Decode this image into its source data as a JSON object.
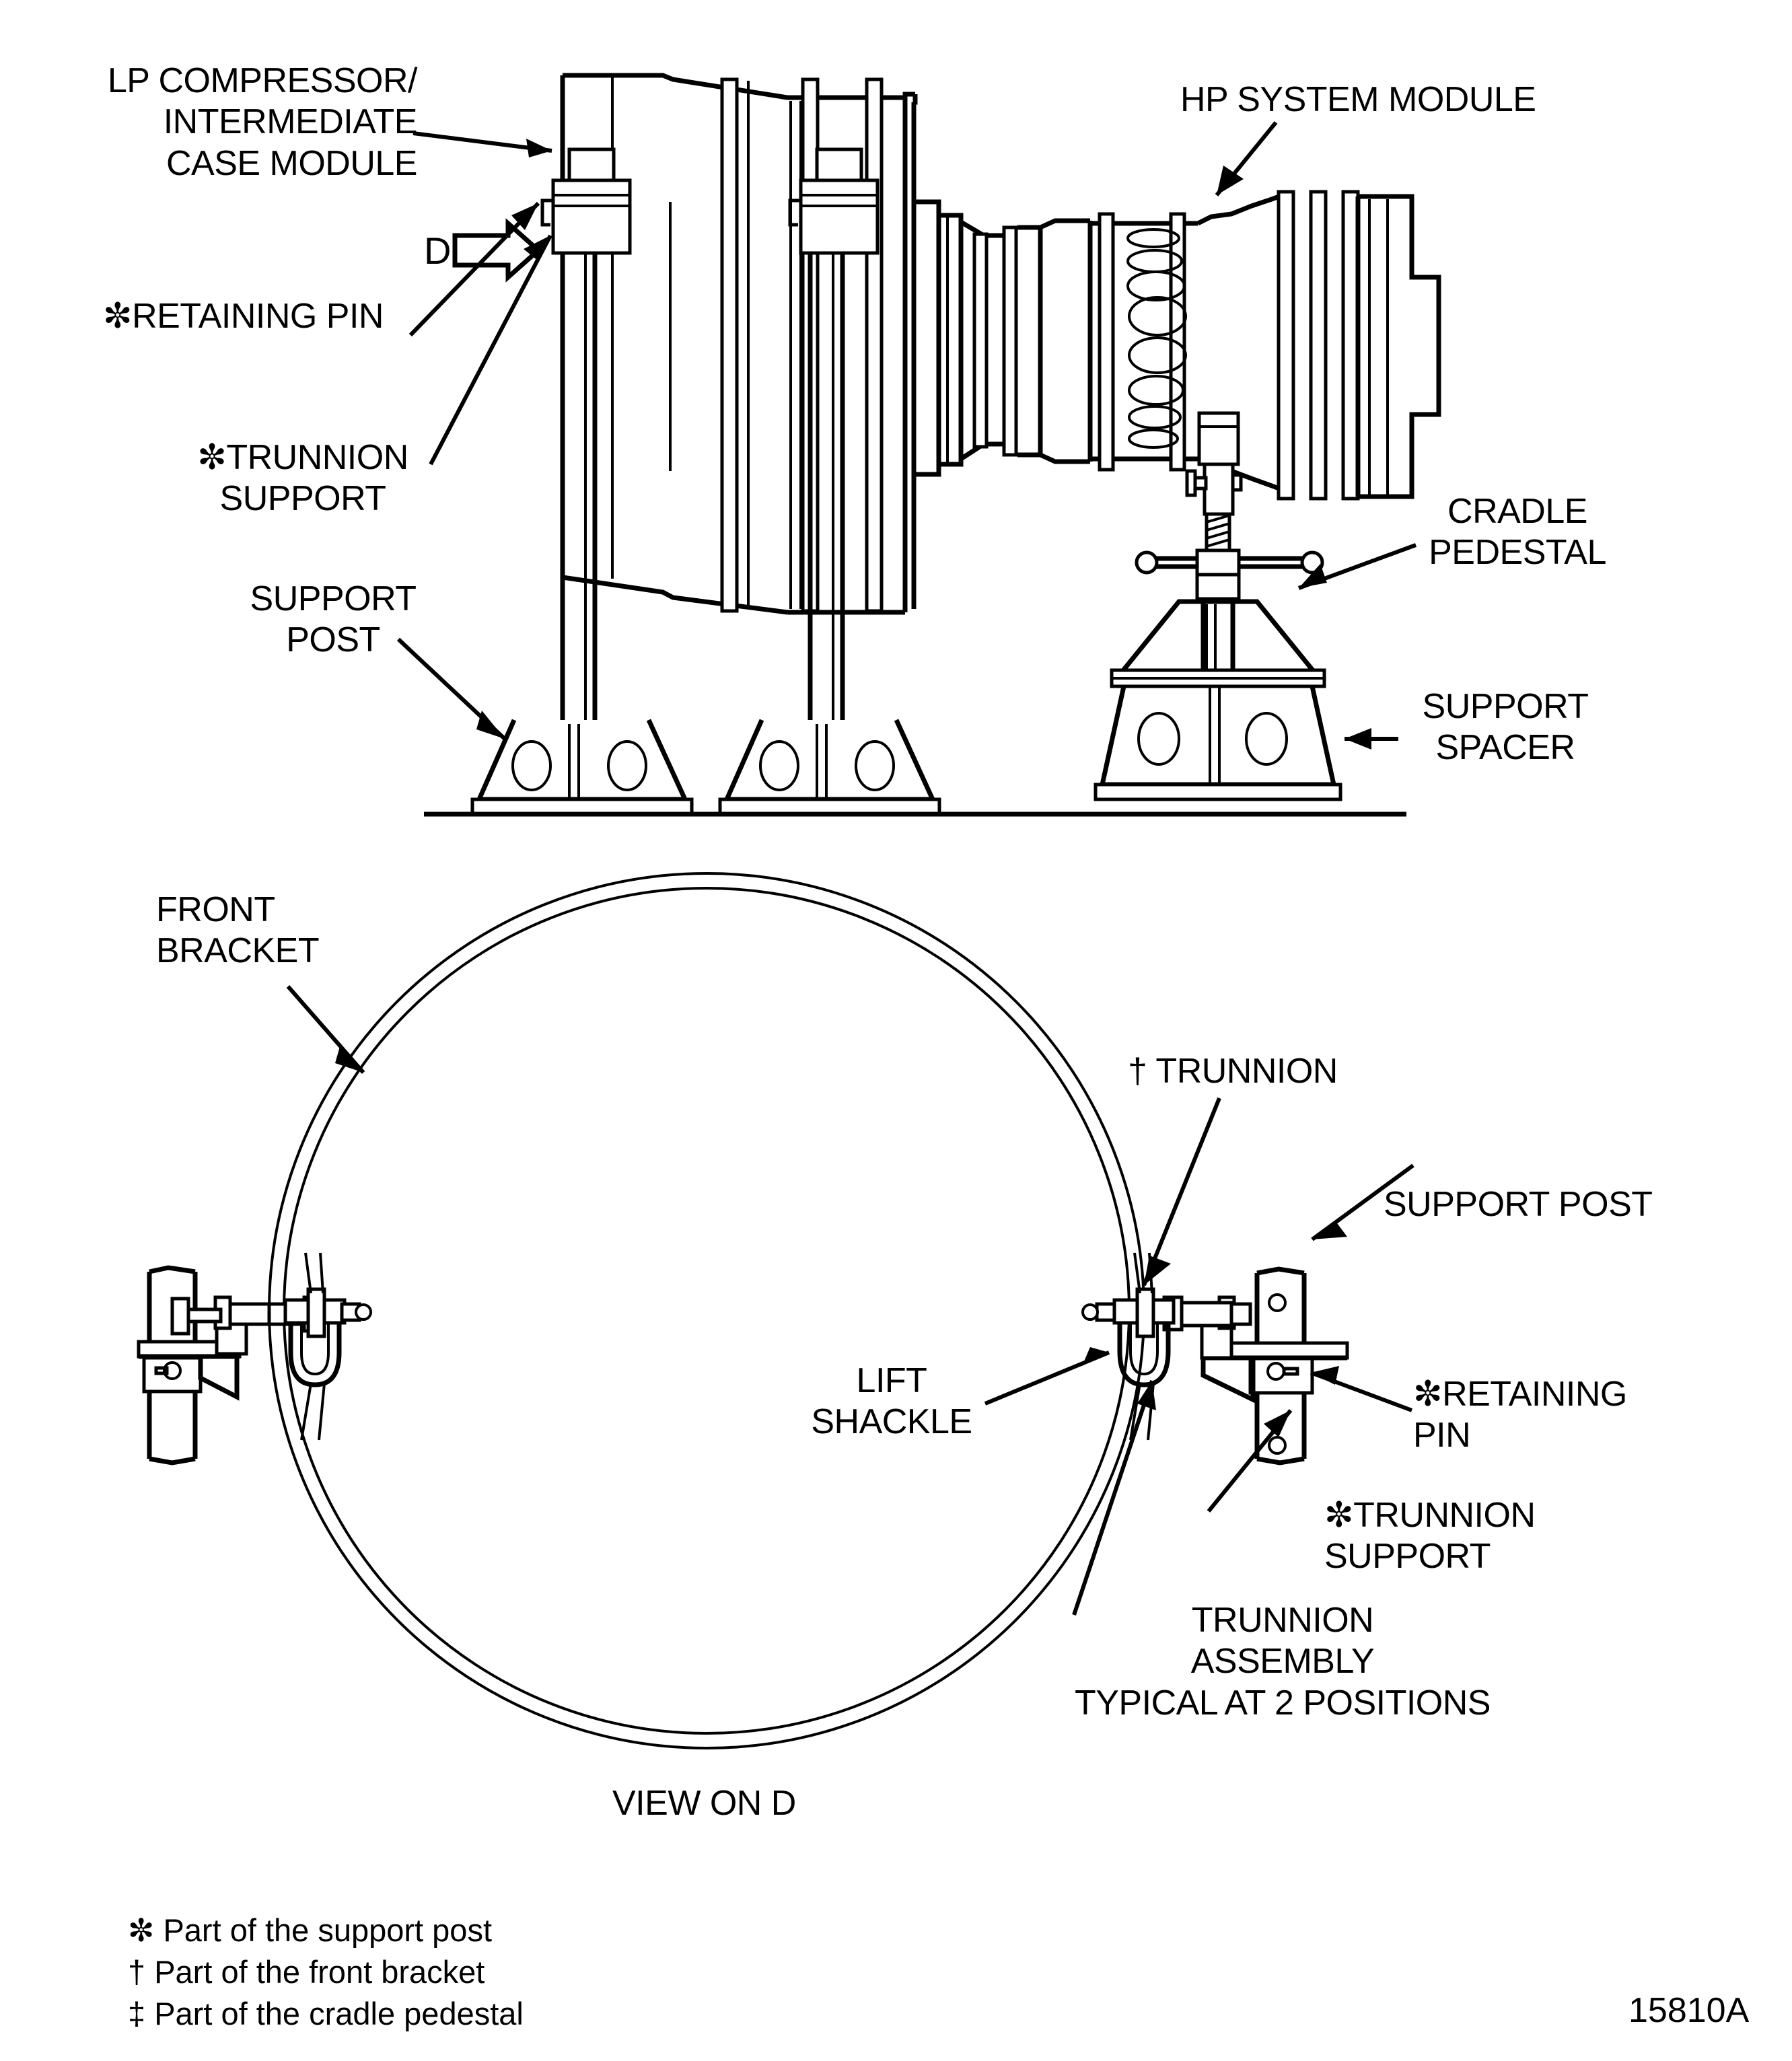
{
  "drawing": {
    "number": "15810A",
    "view_caption": "VIEW ON D",
    "direction_marker": "D"
  },
  "top_view_labels": {
    "lp_compressor": "LP COMPRESSOR/\nINTERMEDIATE\nCASE MODULE",
    "hp_system_module": "HP SYSTEM MODULE",
    "retaining_pin": "✼RETAINING PIN",
    "trunnion_support": "✼TRUNNION\nSUPPORT",
    "support_post": "SUPPORT\nPOST",
    "cradle_pedestal": "CRADLE\nPEDESTAL",
    "support_spacer": "SUPPORT\nSPACER"
  },
  "bottom_view_labels": {
    "front_bracket": "FRONT\nBRACKET",
    "trunnion": "† TRUNNION",
    "support_post": "SUPPORT POST",
    "lift_shackle": "LIFT\nSHACKLE",
    "retaining_pin": "✼RETAINING\nPIN",
    "trunnion_support": "✼TRUNNION\nSUPPORT",
    "trunnion_assembly": "TRUNNION\nASSEMBLY\nTYPICAL AT 2 POSITIONS"
  },
  "footnotes": [
    "✼ Part of the support post",
    "† Part of the front bracket",
    "‡ Part of the cradle pedestal"
  ],
  "colors": {
    "ink": "#000000",
    "paper": "#ffffff"
  }
}
